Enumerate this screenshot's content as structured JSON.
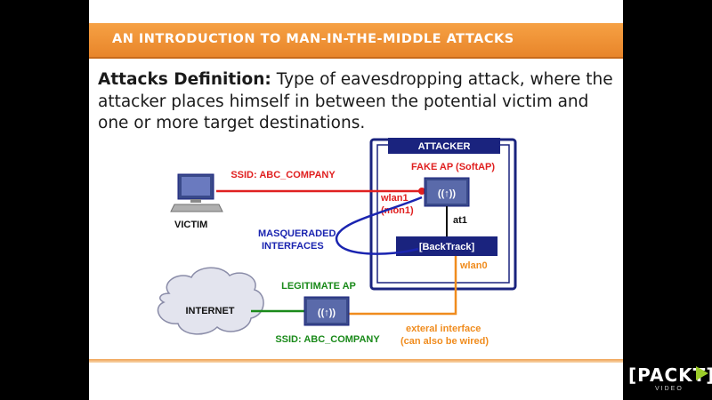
{
  "header": {
    "title": "AN INTRODUCTION TO MAN-IN-THE-MIDDLE ATTACKS"
  },
  "definition": {
    "term": "Attacks Definition",
    "colon": ":",
    "text": " Type of eavesdropping attack, where the attacker places himself in between the potential victim and one or more target destinations."
  },
  "diagram": {
    "attacker_title": "ATTACKER",
    "fake_ap": "FAKE AP (SoftAP)",
    "ssid_top": "SSID: ABC_COMPANY",
    "victim": "VICTIM",
    "wlan1": "wlan1",
    "mon1": "(mon1)",
    "at1": "at1",
    "masq_line1": "MASQUERADED",
    "masq_line2": "INTERFACES",
    "backtrack": "[BackTrack]",
    "wlan0": "wlan0",
    "legit_ap": "LEGITIMATE AP",
    "internet": "INTERNET",
    "ssid_bottom": "SSID: ABC_COMPANY",
    "ext_line1": "exteral interface",
    "ext_line2": "(can also be wired)",
    "ap_glyph": "((↑))"
  },
  "logo": {
    "text": "[PACKT]",
    "sub": "VIDEO"
  },
  "colors": {
    "accent": "#e8852a",
    "red": "#e02020",
    "blue": "#1a24b0",
    "green": "#1a8a1a",
    "orange": "#f08c1e",
    "navy": "#1a237e"
  }
}
